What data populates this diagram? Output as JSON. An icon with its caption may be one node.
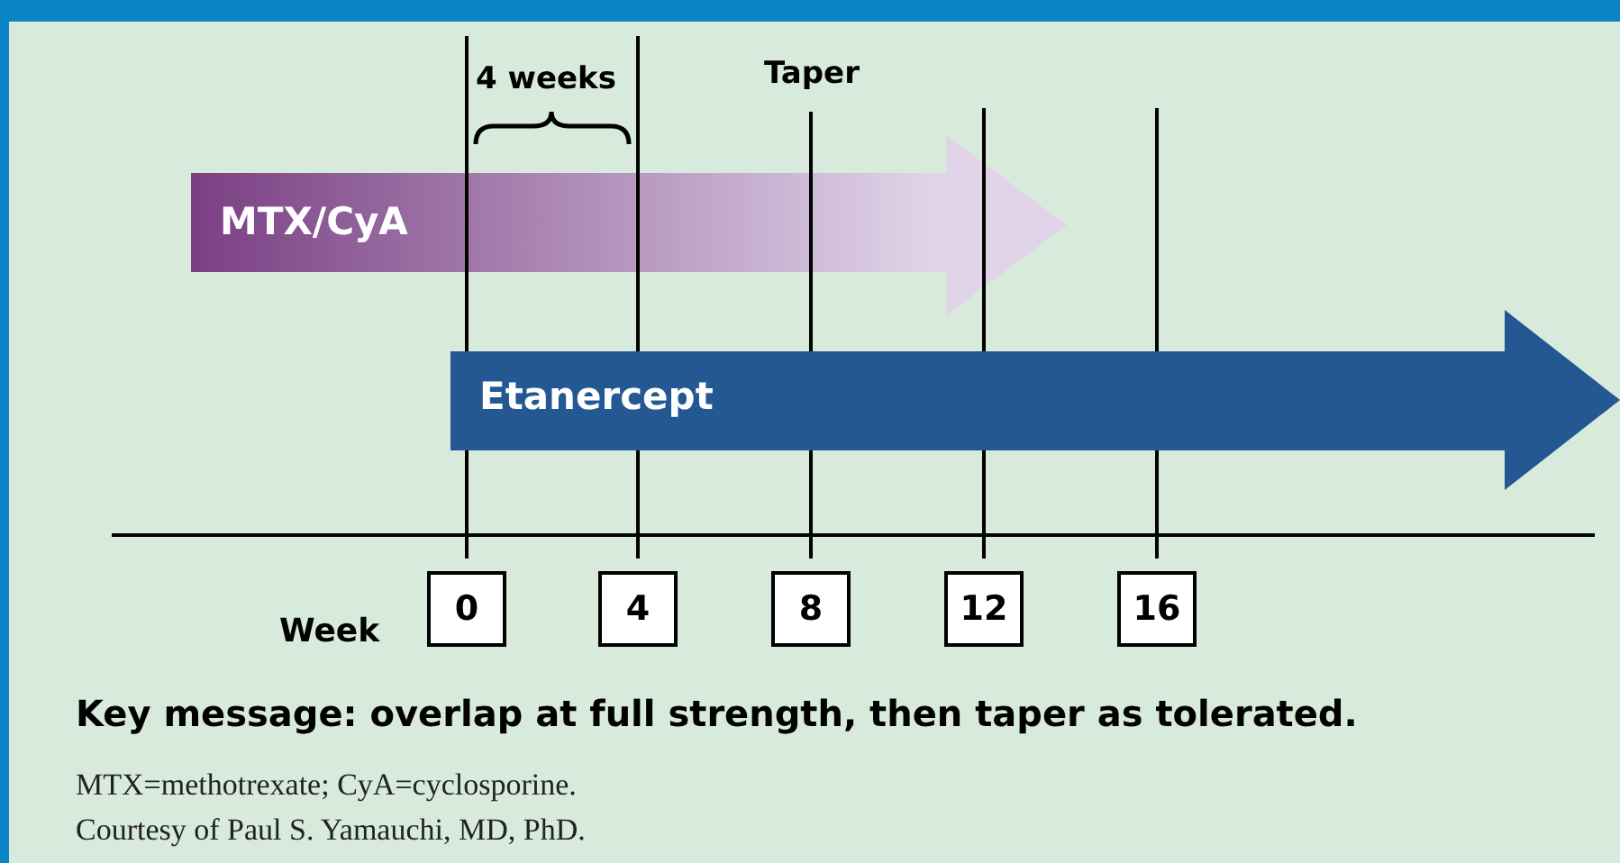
{
  "diagram": {
    "nodes": [
      {
        "text": [
          "MTX/CyA"
        ]
      },
      {
        "text": [
          "Etanercept"
        ]
      },
      {
        "text": [
          "0"
        ]
      },
      {
        "text": [
          "4"
        ]
      },
      {
        "text": [
          "8"
        ]
      },
      {
        "text": [
          "12"
        ]
      },
      {
        "text": [
          "16"
        ]
      }
    ],
    "labels": [
      "4 weeks",
      "Taper",
      "Week",
      "Key message: overlap at full strength, then taper as tolerated.",
      "MTX=methotrexate; CyA=cyclosporine.",
      "Courtesy of Paul S. Yamauchi, MD, PhD."
    ]
  }
}
